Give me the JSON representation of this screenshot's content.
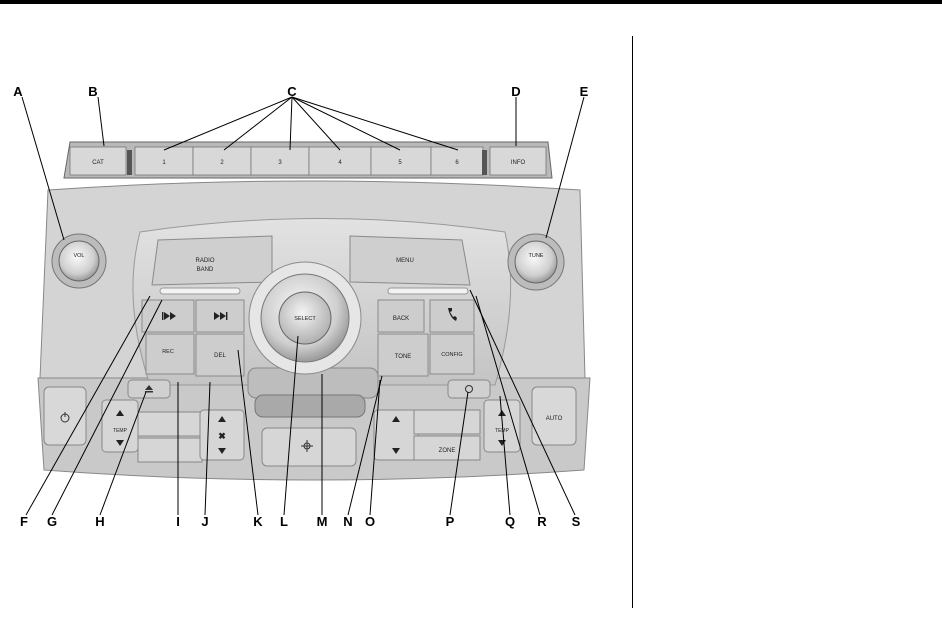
{
  "callouts": [
    "A",
    "B",
    "C",
    "D",
    "E",
    "F",
    "G",
    "H",
    "I",
    "J",
    "K",
    "L",
    "M",
    "N",
    "O",
    "P",
    "Q",
    "R",
    "S"
  ],
  "buttons": {
    "cat": "CAT",
    "presets": [
      "1",
      "2",
      "3",
      "4",
      "5",
      "6"
    ],
    "info": "INFO",
    "vol": "VOL",
    "tune": "TUNE",
    "radio": "RADIO",
    "band": "BAND",
    "menu": "MENU",
    "select": "SELECT",
    "back": "BACK",
    "rec": "REC",
    "del": "DEL",
    "tone": "TONE",
    "config": "CONFIG",
    "temp": "TEMP",
    "zone": "ZONE",
    "auto": "AUTO"
  }
}
